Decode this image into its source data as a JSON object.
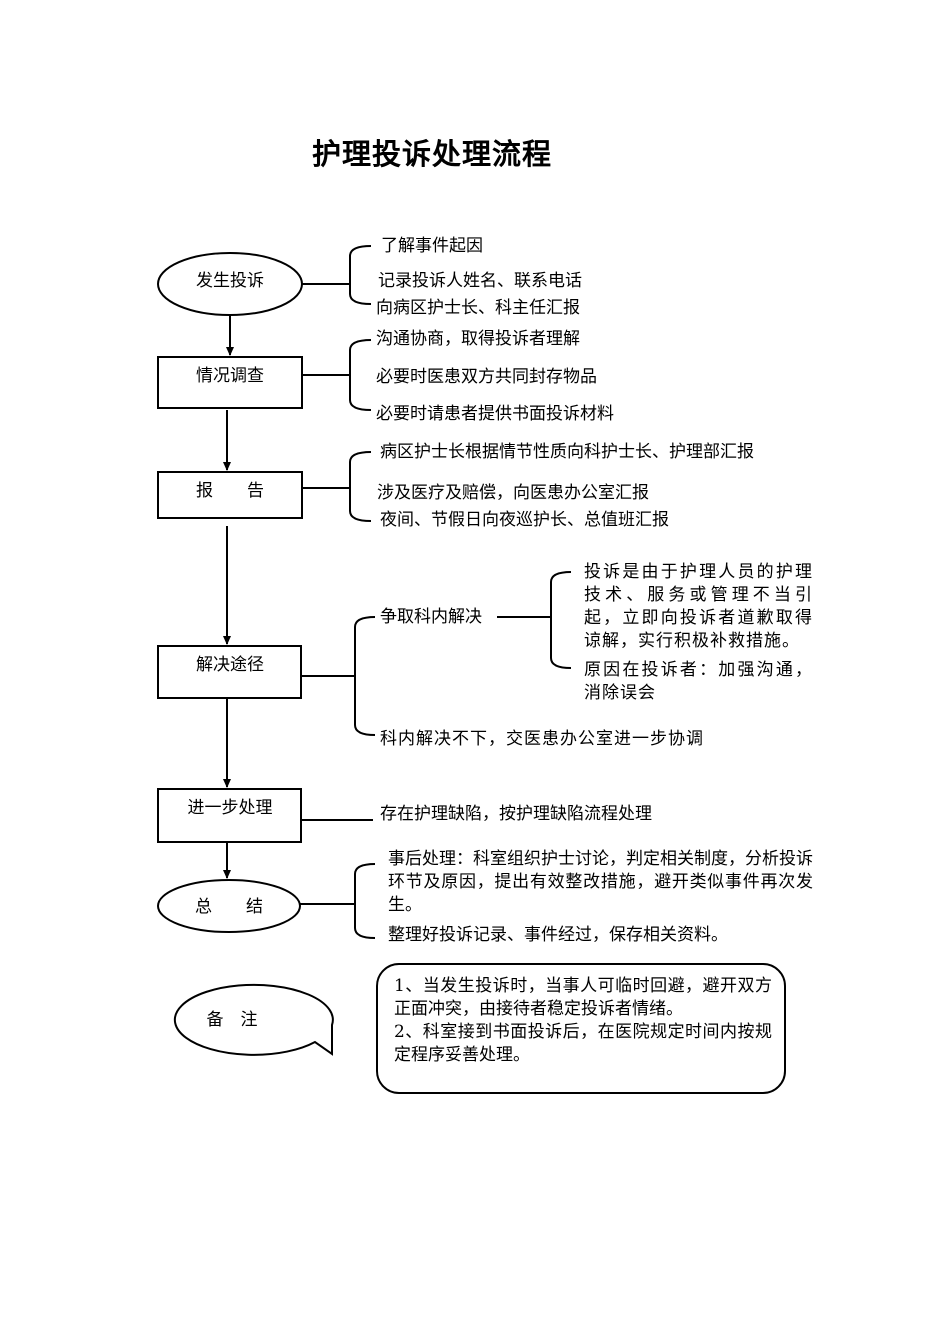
{
  "title": "护理投诉处理流程",
  "nodes": {
    "complaint": "发生投诉",
    "investigate": "情况调查",
    "report": "报　　告",
    "resolve": "解决途径",
    "further": "进一步处理",
    "summary": "总　　结",
    "remark": "备　注"
  },
  "complaint_items": [
    "了解事件起因",
    "记录投诉人姓名、联系电话",
    "向病区护士长、科主任汇报"
  ],
  "investigate_items": [
    "沟通协商，取得投诉者理解",
    "必要时医患双方共同封存物品",
    "必要时请患者提供书面投诉材料"
  ],
  "report_items": [
    "病区护士长根据情节性质向科护士长、护理部汇报",
    "涉及医疗及赔偿，向医患办公室汇报",
    "夜间、节假日向夜巡护长、总值班汇报"
  ],
  "resolve": {
    "dept": "争取科内解决",
    "dept_branches": [
      "投诉是由于护理人员的护理技术、服务或管理不当引起，立即向投诉者道歉取得谅解，实行积极补救措施。",
      "原因在投诉者：加强沟通，消除误会"
    ],
    "escalate": "科内解决不下，交医患办公室进一步协调"
  },
  "further_item": "存在护理缺陷，按护理缺陷流程处理",
  "summary_items": [
    "事后处理：科室组织护士讨论，判定相关制度，分析投诉环节及原因，提出有效整改措施，避开类似事件再次发生。",
    "整理好投诉记录、事件经过，保存相关资料。"
  ],
  "remark_text": [
    "1、当发生投诉时，当事人可临时回避，避开双方正面冲突，由接待者稳定投诉者情绪。",
    "2、科室接到书面投诉后，在医院规定时间内按规定程序妥善处理。"
  ]
}
